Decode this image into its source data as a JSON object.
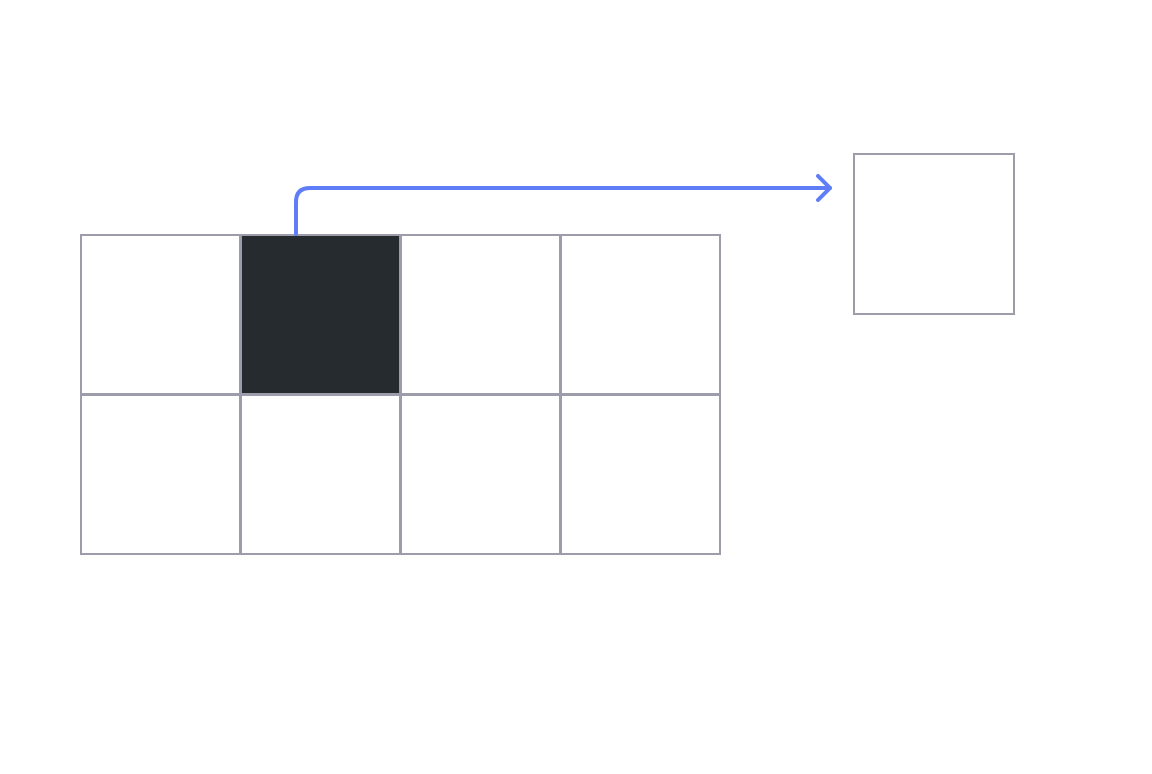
{
  "grid": {
    "rows": 2,
    "cols": 4,
    "selected_index": 1
  },
  "colors": {
    "border": "#9d9caa",
    "selected_fill": "#262b30",
    "arrow": "#5f7df7"
  }
}
